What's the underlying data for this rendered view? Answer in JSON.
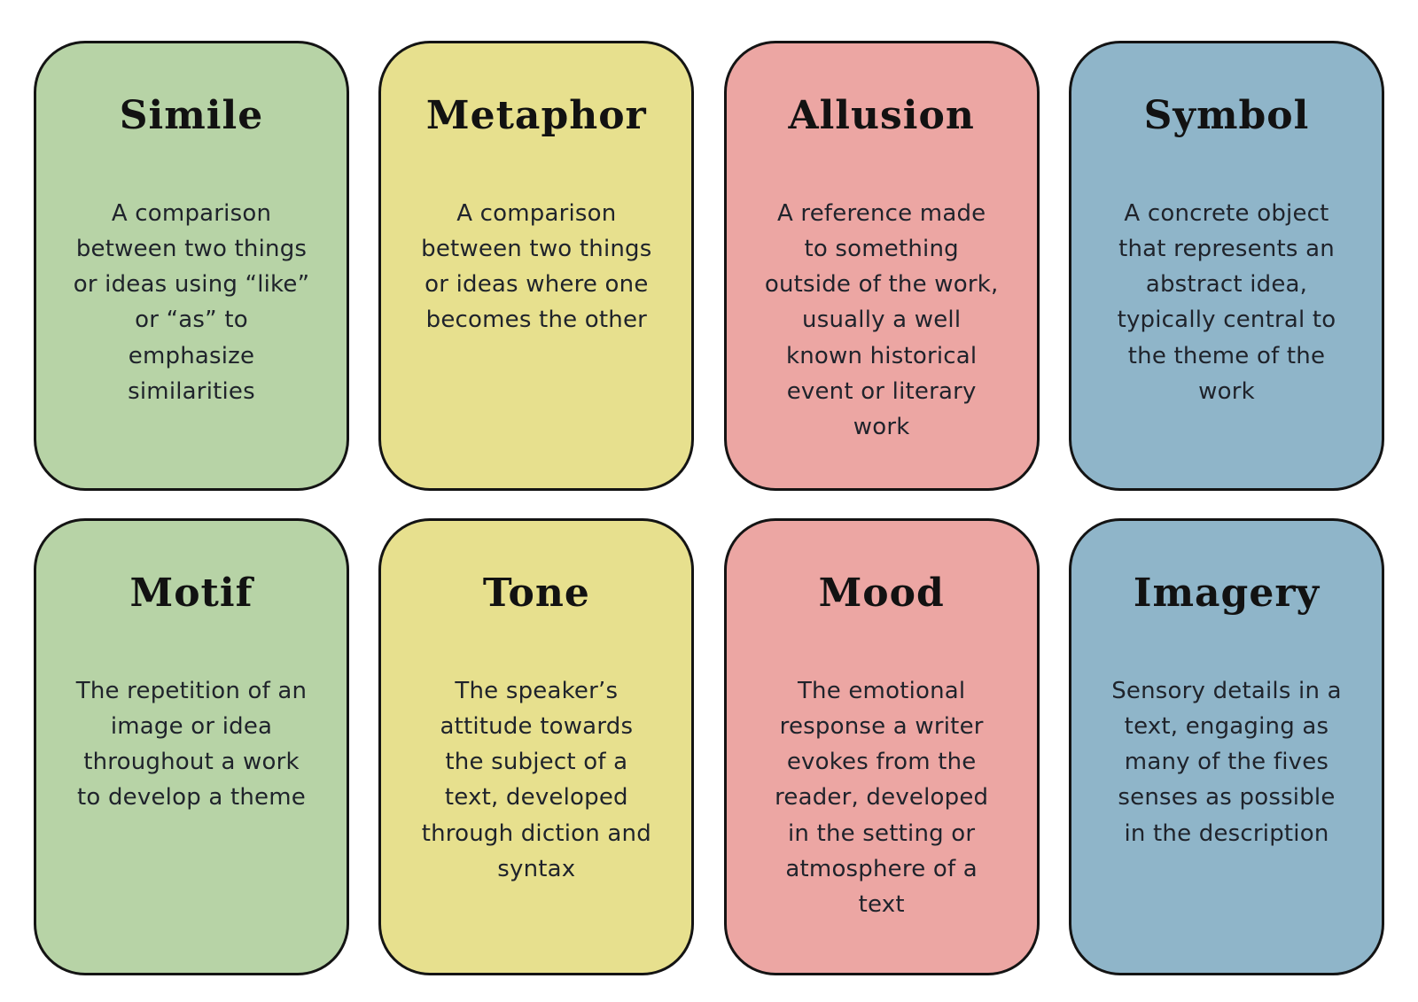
{
  "palette": {
    "page_background": "#ffffff",
    "card_border": "#141414",
    "title_text": "#121212",
    "body_text": "#1f232b",
    "green": "#b7d3a6",
    "yellow": "#e7e08e",
    "pink": "#eca6a3",
    "blue": "#8fb5c9"
  },
  "cards": [
    {
      "title": "Simile",
      "definition": "A comparison between two things or ideas using “like” or “as” to emphasize similarities",
      "bg": "#b7d3a6"
    },
    {
      "title": "Metaphor",
      "definition": "A comparison between two things or ideas where one becomes the other",
      "bg": "#e7e08e"
    },
    {
      "title": "Allusion",
      "definition": "A reference made to something outside of the work, usually a well known historical event or literary work",
      "bg": "#eca6a3"
    },
    {
      "title": "Symbol",
      "definition": "A concrete object that represents an abstract idea, typically central to the theme of the work",
      "bg": "#8fb5c9"
    },
    {
      "title": "Motif",
      "definition": "The repetition of an image or idea throughout a work to develop a theme",
      "bg": "#b7d3a6"
    },
    {
      "title": "Tone",
      "definition": "The speaker’s attitude towards the subject of a text, developed through diction and syntax",
      "bg": "#e7e08e"
    },
    {
      "title": "Mood",
      "definition": "The emotional response a writer evokes from the reader, developed in the setting or atmosphere of a text",
      "bg": "#eca6a3"
    },
    {
      "title": "Imagery",
      "definition": "Sensory details in a text, engaging as many of the fives senses as possible in the description",
      "bg": "#8fb5c9"
    }
  ]
}
